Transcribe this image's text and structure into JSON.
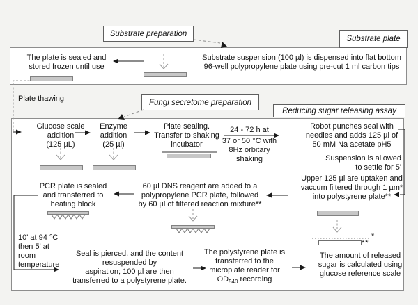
{
  "sections": {
    "substrate_preparation_label": "Substrate preparation",
    "substrate_plate_label": "Substrate plate",
    "fungi_secretome_label": "Fungi secretome preparation",
    "reducing_assay_label": "Reducing sugar releasing assay"
  },
  "box1": {
    "sealed_stored": "The plate is sealed and\nstored frozen until use",
    "dispense": "Substrate suspension (100 µl) is dispensed into flat bottom\n96-well polypropylene plate using pre-cut 1 ml carbon tips"
  },
  "between": {
    "plate_thawing": "Plate thawing"
  },
  "box2": {
    "glucose": "Glucose scale\naddition\n(125 µL)",
    "enzyme": "Enzyme\naddition\n(25 µl)",
    "plate_sealing": "Plate sealing.\nTransfer to shaking\nincubator",
    "incubation_top": "24 - 72 h at",
    "incubation_bottom": "37 or 50 °C with\n8Hz orbitary\nshaking",
    "robot": "Robot punches seal with\nneedles and adds 125 µl of\n50 mM Na acetate pH5",
    "suspension_settle": "Suspension is allowed\nto settle for 5'",
    "upper_filter": "Upper 125 µl are uptaken and\nvaccum filtered through 1 µm*\ninto polystyrene plate**",
    "dns_reagent": "60 µl DNS reagent are added to a\npolypropylene PCR plate, followed\nby 60 µl of filtered reaction mixture**",
    "pcr_sealed": "PCR plate is sealed\nand transferred to\nheating block",
    "heating_time": "10' at 94 °C\nthen 5' at\nroom\ntemperature",
    "seal_pierced": "Seal is pierced, and the content\nresuspended by\naspiration; 100 µl are then\ntransferred to a polystyrene plate.",
    "reader": {
      "lines": "The polystyrene plate is\ntransferred to the\nmicroplate reader for",
      "od": "OD",
      "od_sub": "540",
      "od_rest": " recording"
    },
    "released_sugar": "The amount of released\nsugar is calculated using\nglucose reference scale",
    "footnotes": {
      "single": "*",
      "double": "**"
    }
  }
}
